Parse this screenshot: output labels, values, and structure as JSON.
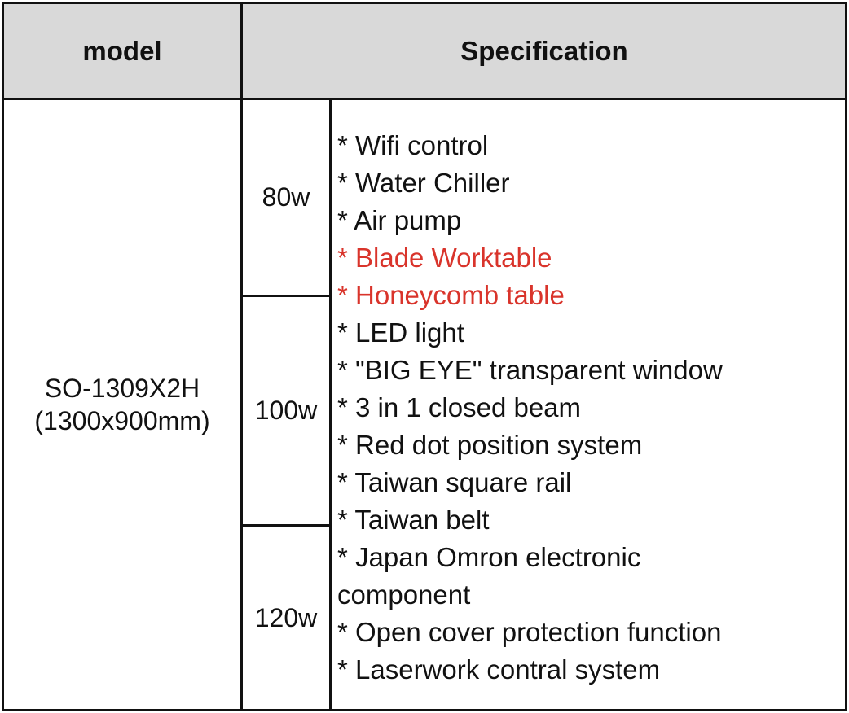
{
  "header": {
    "model_label": "model",
    "spec_label": "Specification"
  },
  "model": {
    "name": "SO-1309X2H",
    "size": "(1300x900mm)"
  },
  "power_options": [
    "80w",
    "100w",
    "120w"
  ],
  "colors": {
    "border": "#111111",
    "header_bg": "#d9d9d9",
    "highlight_text": "#d9342b",
    "text": "#111111"
  },
  "specifications": [
    {
      "text": "* Wifi control",
      "highlight": false
    },
    {
      "text": "* Water Chiller",
      "highlight": false
    },
    {
      "text": "* Air pump",
      "highlight": false
    },
    {
      "text": "* Blade Worktable",
      "highlight": true
    },
    {
      "text": "* Honeycomb table",
      "highlight": true
    },
    {
      "text": "* LED light",
      "highlight": false
    },
    {
      "text": "* \"BIG EYE\" transparent window",
      "highlight": false
    },
    {
      "text": "* 3 in 1 closed beam",
      "highlight": false
    },
    {
      "text": "* Red dot position system",
      "highlight": false
    },
    {
      "text": "* Taiwan square rail",
      "highlight": false
    },
    {
      "text": "* Taiwan belt",
      "highlight": false
    },
    {
      "text": "* Japan Omron electronic component",
      "highlight": false
    },
    {
      "text": "* Open cover protection function",
      "highlight": false
    },
    {
      "text": "* Laserwork contral system",
      "highlight": false
    }
  ]
}
